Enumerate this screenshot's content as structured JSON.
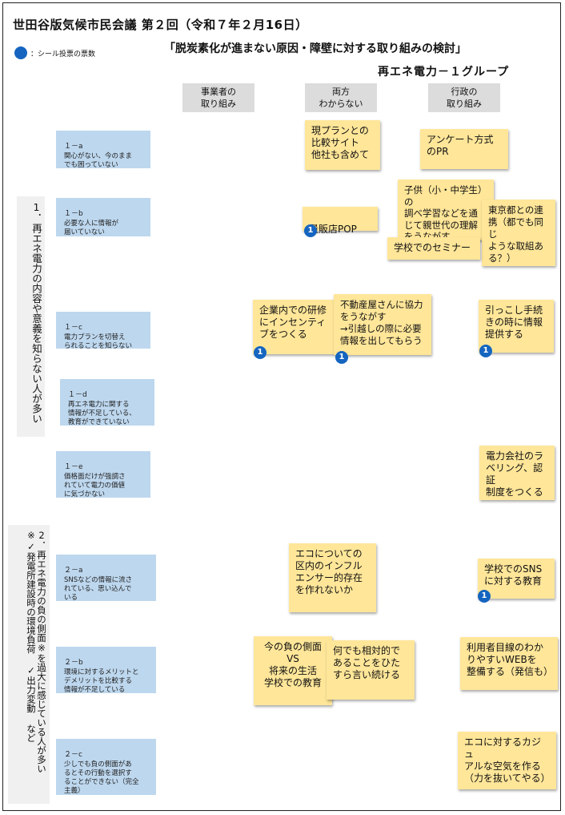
{
  "title": "世田谷版気候市民会議 第２回（令和７年２月16日）",
  "legend": {
    "text": "：シール投票の票数"
  },
  "subtitle": "「脱炭素化が進まない原因・障壁に対する取り組みの検討」",
  "group": "再エネ電力－１グループ",
  "columns": [
    "事業者の\n取り組み",
    "両方\nわからない",
    "行政の\n取り組み"
  ],
  "categories": [
    "1．再エネ電力の内容や意義を知らない人が多い",
    "2．再エネ電力の負の側面※を過大に感じている人が多い ※✓発電所建設時の環境負荷 ✓出力変動 など"
  ],
  "rows": [
    {
      "id": "１－a",
      "text": "関心がない、今のまま\nでも困っていない"
    },
    {
      "id": "１－b",
      "text": "必要な人に情報が\n届いていない"
    },
    {
      "id": "１－c",
      "text": "電力プランを切替え\nられることを知らない"
    },
    {
      "id": "１－d",
      "text": "再エネ電力に関する\n情報が不足している、\n教育ができていない"
    },
    {
      "id": "１－e",
      "text": "価格面だけが強調さ\nれていて電力の価値\nに気づかない"
    },
    {
      "id": "２－a",
      "text": "SNSなどの情報に流さ\nれている、思い込んで\nいる"
    },
    {
      "id": "２－b",
      "text": "環境に対するメリットと\nデメリットを比較する\n情報が不足している"
    },
    {
      "id": "２－c",
      "text": "少しでも負の側面があ\nるとその行動を選択す\nることができない（完全\n主義）"
    }
  ],
  "notes": [
    {
      "text": "現プランとの\n比較サイト\n他社も含めて"
    },
    {
      "text": "アンケート方式\nのPR"
    },
    {
      "text": "子供（小・中学生）の\n調べ学習などを通\nじて親世代の理解\nをうながす"
    },
    {
      "text": "量販店POP",
      "votes": "1"
    },
    {
      "text": "東京都との連\n携（都でも同じ\nような取組あ\nる？）"
    },
    {
      "text": "学校でのセミナー"
    },
    {
      "text": "企業内での研修\nにインセンティ\nブをつくる",
      "votes": "1"
    },
    {
      "text": "不動産屋さんに協力\nをうながす\n→引越しの際に必要\n情報を出してもらう",
      "votes": "1"
    },
    {
      "text": "引っこし手続\nきの時に情報\n提供する",
      "votes": "1"
    },
    {
      "text": "電力会社のラ\nベリング、認証\n制度をつくる"
    },
    {
      "text": "エコについての\n区内のインフル\nエンサー的存在\nを作れないか"
    },
    {
      "text": "学校でのSNS\nに対する教育",
      "votes": "1"
    },
    {
      "text": "今の負の側面\nVS\n将来の生活\n学校での教育"
    },
    {
      "text": "何でも相対的で\nあることをひた\nすら言い続ける"
    },
    {
      "text": "利用者目線のわか\nりやすいWEBを\n整備する（発信も）"
    },
    {
      "text": "エコに対するカジュ\nアルな空気を作る\n（力を抜いてやる）"
    }
  ]
}
